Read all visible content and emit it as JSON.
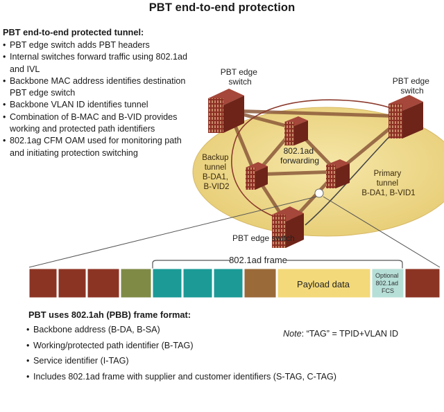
{
  "title": "PBT end-to-end protection",
  "tunnel_section": {
    "heading": "PBT end-to-end protected tunnel:",
    "bullets": [
      "PBT edge switch adds PBT headers",
      "Internal switches forward traffic using 802.1ad and IVL",
      "Backbone MAC address identifies destination PBT edge switch",
      "Backbone VLAN ID identifies tunnel",
      "Combination of B-MAC and B-VID provides working and protected path identifiers",
      "802.1ag CFM OAM used for monitoring path and initiating protection switching"
    ]
  },
  "diagram": {
    "edge_switch_left": [
      "PBT edge",
      "switch"
    ],
    "edge_switch_right": [
      "PBT edge",
      "switch"
    ],
    "edge_switch_bottom": "PBT edge switch",
    "center_label": [
      "802.1ad",
      "forwarding"
    ],
    "backup_tunnel": [
      "Backup",
      "tunnel",
      "B-DA1,",
      "B-VID2"
    ],
    "primary_tunnel": [
      "Primary",
      "tunnel",
      "B-DA1, B-VID1"
    ],
    "frame_label": "802.1ad frame",
    "payload_label": "Payload data",
    "fcs_label": [
      "Optional",
      "802.1ad",
      "FCS"
    ],
    "colors": {
      "ellipse": "#efd98c",
      "switch": "#8c2f23",
      "backbone_field": "#8c3424",
      "btag_field": "#7f8a45",
      "itag_field": "#1b9a96",
      "stag_field": "#9a6a38",
      "payload_field": "#f3d97a",
      "fcs_field": "#b6dfd7"
    }
  },
  "pbb_section": {
    "heading": "PBT uses 802.1ah (PBB) frame format:",
    "bullets": [
      "Backbone address (B-DA, B-SA)",
      "Working/protected path identifier (B-TAG)",
      "Service identifier (I-TAG)",
      "Includes 802.1ad frame with supplier and customer identifiers (S-TAG, C-TAG)"
    ]
  },
  "note": {
    "prefix": "Note",
    "text": ": “TAG” = TPID+VLAN ID"
  }
}
